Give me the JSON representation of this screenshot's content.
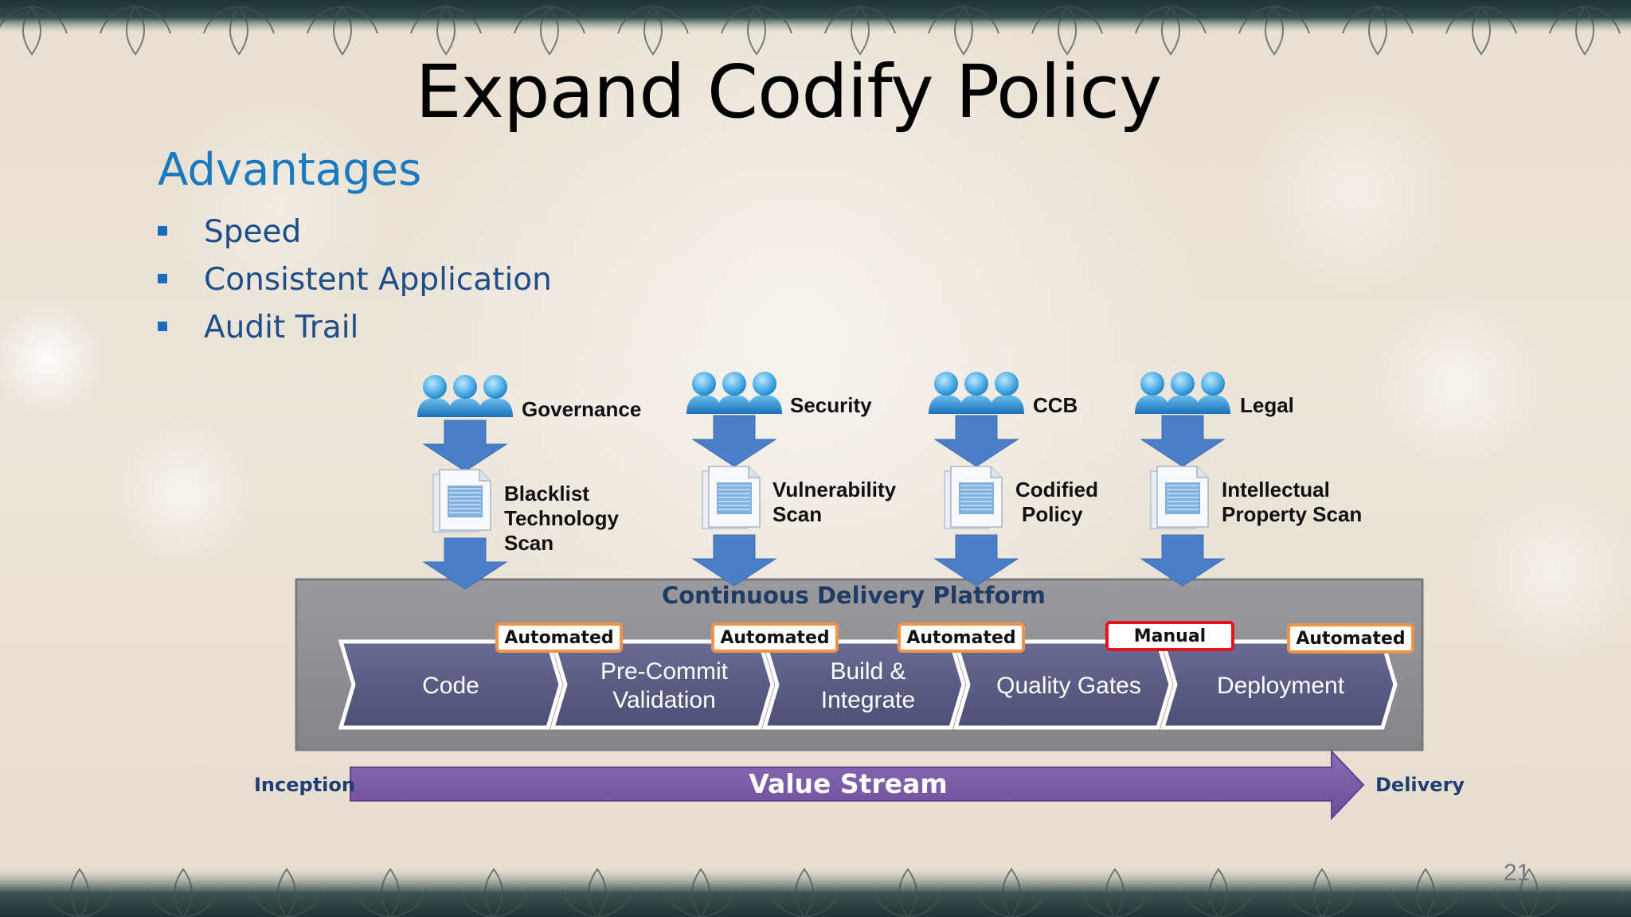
{
  "slide": {
    "title": "Expand Codify Policy",
    "advantages_heading": "Advantages",
    "bullets": [
      "Speed",
      "Consistent Application",
      "Audit Trail"
    ],
    "page_number": "21"
  },
  "diagram": {
    "teams": [
      {
        "group": "Governance",
        "check": [
          "Blacklist",
          "Technology",
          "Scan"
        ]
      },
      {
        "group": "Security",
        "check": [
          "Vulnerability",
          "Scan"
        ]
      },
      {
        "group": "CCB",
        "check": [
          "Codified",
          "Policy"
        ]
      },
      {
        "group": "Legal",
        "check": [
          "Intellectual",
          "Property Scan"
        ]
      }
    ],
    "platform_title": "Continuous Delivery Platform",
    "stages": [
      {
        "lines": [
          "Code"
        ]
      },
      {
        "lines": [
          "Pre-Commit",
          "Validation"
        ]
      },
      {
        "lines": [
          "Build &",
          "Integrate"
        ]
      },
      {
        "lines": [
          "Quality Gates"
        ]
      },
      {
        "lines": [
          "Deployment"
        ]
      }
    ],
    "gates": [
      "Automated",
      "Automated",
      "Automated",
      "Manual",
      "Automated"
    ],
    "value_stream": {
      "label": "Value Stream",
      "start": "Inception",
      "end": "Delivery"
    }
  },
  "colors": {
    "accent_blue": "#1a7ac0",
    "arrow_blue": "#4a7fc8",
    "stage_fill": "#5a5d82",
    "platform_gray": "#8e8e92",
    "value_stream_purple": "#7b5ba8",
    "automated_border": "#f0944a",
    "manual_border": "#e8111c"
  },
  "icons": [
    "people-group-icon",
    "document-icon",
    "down-arrow-icon",
    "bullet-square-icon",
    "leaf-ornament-icon"
  ]
}
